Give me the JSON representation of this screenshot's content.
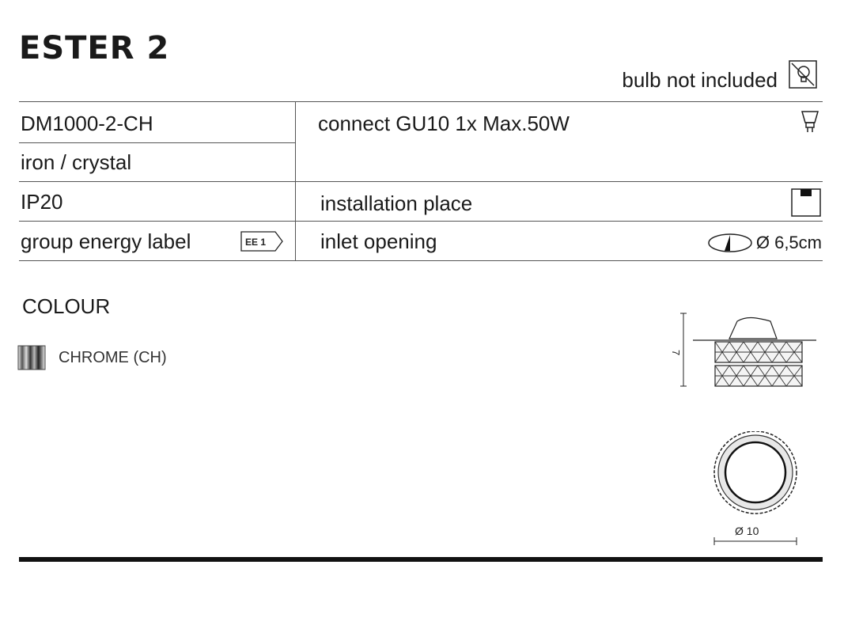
{
  "product": {
    "title": "ESTER 2"
  },
  "bulb": {
    "note": "bulb not included",
    "icon": "bulb-crossed-icon"
  },
  "specs": {
    "code": "DM1000-2-CH",
    "material": "iron / crystal",
    "ip": "IP20",
    "energy_label": "group energy label",
    "energy_badge": "EE 1",
    "connect": "connect GU10 1x Max.50W",
    "installation": "installation place",
    "inlet": "inlet opening",
    "inlet_size": "Ø 6,5cm"
  },
  "colour": {
    "heading": "COLOUR",
    "options": [
      {
        "name": "CHROME (CH)"
      }
    ]
  },
  "drawings": {
    "height_label": "7",
    "diameter_label": "Ø 10"
  }
}
